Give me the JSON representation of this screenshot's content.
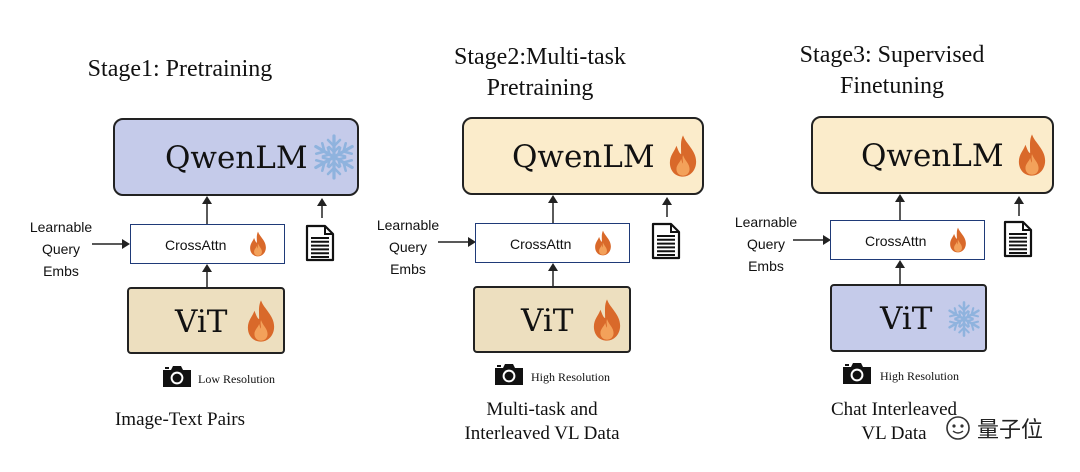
{
  "stages": [
    {
      "title_lines": [
        "Stage1: Pretraining"
      ],
      "lm_label": "QwenLM",
      "lm_state": "frozen",
      "vit_label": "ViT",
      "vit_state": "trainable",
      "crossattn_label": "CrossAttn",
      "crossattn_state": "trainable",
      "query_lines": [
        "Learnable",
        "Query",
        "Embs"
      ],
      "resolution": "Low Resolution",
      "data_lines": [
        "Image-Text Pairs"
      ]
    },
    {
      "title_lines": [
        "Stage2:Multi-task",
        "Pretraining"
      ],
      "lm_label": "QwenLM",
      "lm_state": "trainable",
      "vit_label": "ViT",
      "vit_state": "trainable",
      "crossattn_label": "CrossAttn",
      "crossattn_state": "trainable",
      "query_lines": [
        "Learnable",
        "Query",
        "Embs"
      ],
      "resolution": "High Resolution",
      "data_lines": [
        "Multi-task and",
        "Interleaved VL Data"
      ]
    },
    {
      "title_lines": [
        "Stage3: Supervised",
        "Finetuning"
      ],
      "lm_label": "QwenLM",
      "lm_state": "trainable",
      "vit_label": "ViT",
      "vit_state": "frozen",
      "crossattn_label": "CrossAttn",
      "crossattn_state": "trainable",
      "query_lines": [
        "Learnable",
        "Query",
        "Embs"
      ],
      "resolution": "High Resolution",
      "data_lines": [
        "Chat Interleaved",
        "VL Data"
      ]
    }
  ],
  "watermark": "量子位",
  "colors": {
    "frozen_fill": "#c5cbea",
    "trainable_lm_fill": "#fbeccb",
    "trainable_vit_fill": "#eddfbf",
    "flame": "#d9692a",
    "flame_inner": "#f3a15a",
    "snowflake": "#8fb3de",
    "crossattn_border": "#1f3a78"
  }
}
